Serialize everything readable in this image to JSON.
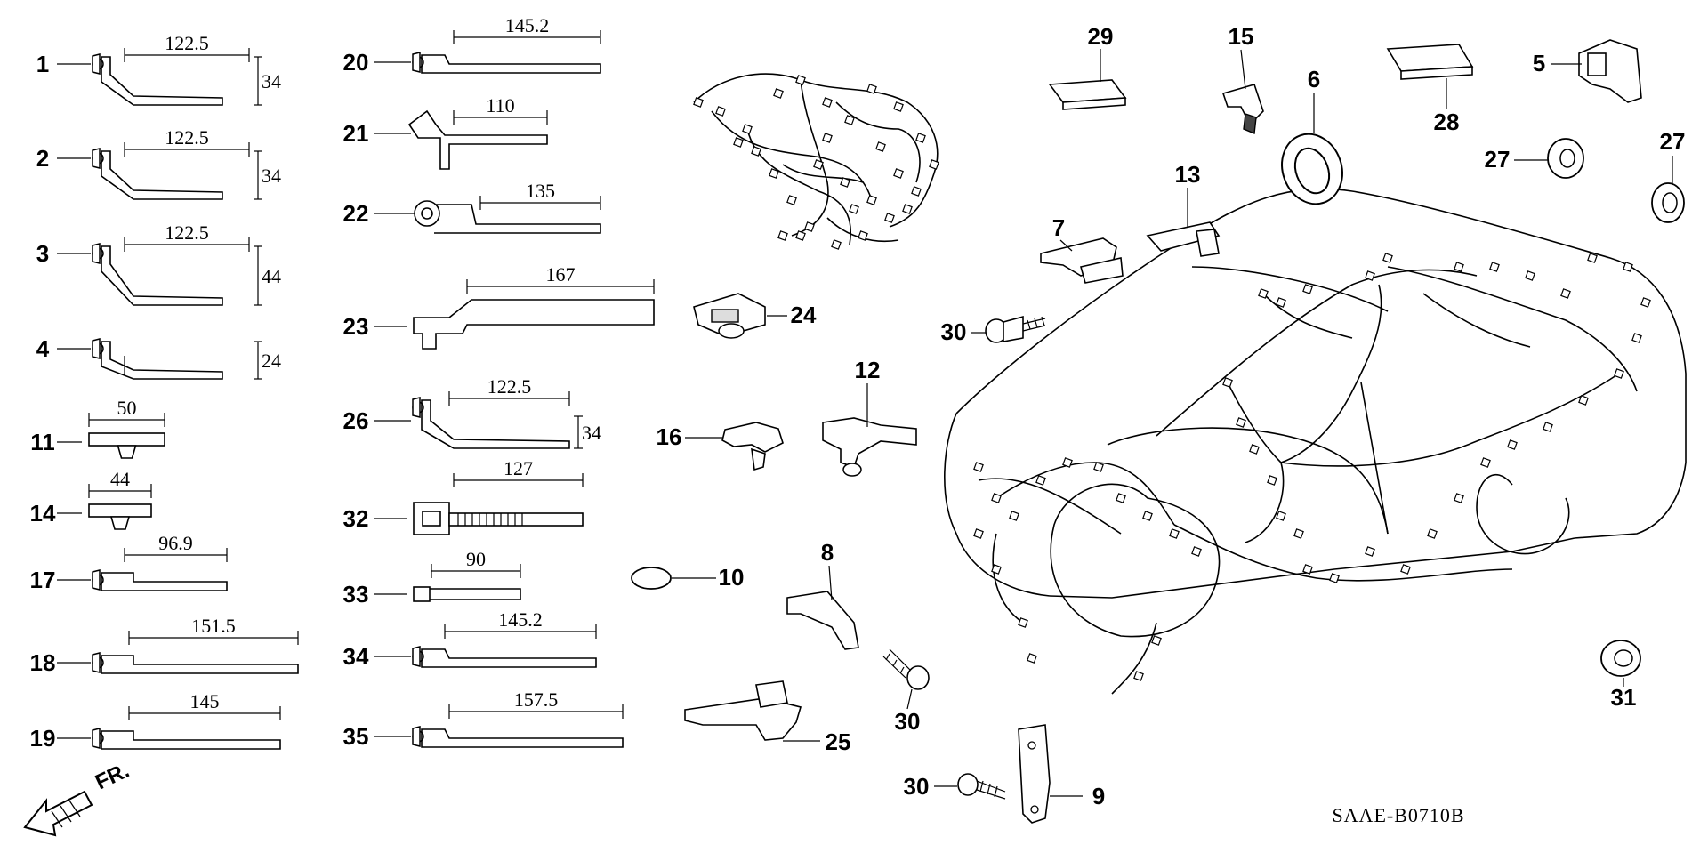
{
  "diagram": {
    "code": "SAAE-B0710B",
    "direction_label": "FR.",
    "left_clips": [
      {
        "num": "1",
        "len": "122.5",
        "h": "34"
      },
      {
        "num": "2",
        "len": "122.5",
        "h": "34"
      },
      {
        "num": "3",
        "len": "122.5",
        "h": "44"
      },
      {
        "num": "4",
        "len": "",
        "h": "24"
      },
      {
        "num": "11",
        "len": "50",
        "h": ""
      },
      {
        "num": "14",
        "len": "44",
        "h": ""
      },
      {
        "num": "17",
        "len": "96.9",
        "h": ""
      },
      {
        "num": "18",
        "len": "151.5",
        "h": ""
      },
      {
        "num": "19",
        "len": "145",
        "h": ""
      }
    ],
    "mid_clips": [
      {
        "num": "20",
        "len": "145.2",
        "h": ""
      },
      {
        "num": "21",
        "len": "110",
        "h": ""
      },
      {
        "num": "22",
        "len": "135",
        "h": ""
      },
      {
        "num": "23",
        "len": "167",
        "h": ""
      },
      {
        "num": "26",
        "len": "122.5",
        "h": "34"
      },
      {
        "num": "32",
        "len": "127",
        "h": ""
      },
      {
        "num": "33",
        "len": "90",
        "h": ""
      },
      {
        "num": "34",
        "len": "145.2",
        "h": ""
      },
      {
        "num": "35",
        "len": "157.5",
        "h": ""
      }
    ],
    "callouts": {
      "p5": "5",
      "p6": "6",
      "p7": "7",
      "p8": "8",
      "p9": "9",
      "p10": "10",
      "p12": "12",
      "p13": "13",
      "p15": "15",
      "p16": "16",
      "p24": "24",
      "p25": "25",
      "p27a": "27",
      "p27b": "27",
      "p28": "28",
      "p29": "29",
      "p30a": "30",
      "p30b": "30",
      "p30c": "30",
      "p31": "31"
    }
  }
}
